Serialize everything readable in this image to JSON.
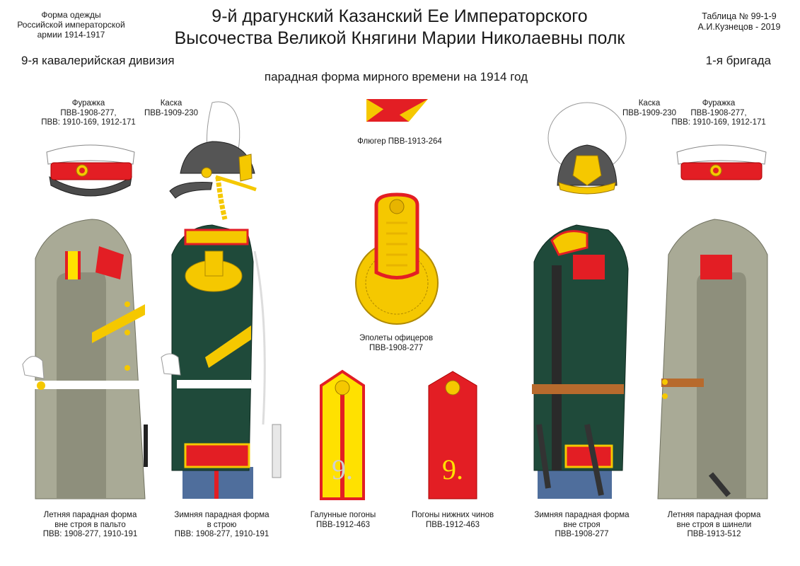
{
  "header": {
    "source_lines": [
      "Форма одежды",
      "Российской императорской",
      "армии  1914-1917"
    ],
    "title_lines": [
      "9-й драгунский Казанский Ее Императорского",
      "Высочества Великой Княгини Марии Николаевны полк"
    ],
    "table_lines": [
      "Таблица № 99-1-9",
      "А.И.Кузнецов - 2019"
    ],
    "division": "9-я кавалерийская дивизия",
    "brigade": "1-я бригада",
    "subtitle": "парадная форма мирного времени на 1914 год"
  },
  "labels": {
    "cap_left": [
      "Фуражка",
      "ПВВ-1908-277,",
      "ПВВ: 1910-169, 1912-171"
    ],
    "helmet_left": [
      "Каска",
      "ПВВ-1909-230"
    ],
    "vane": "Флюгер ПВВ-1913-264",
    "helmet_right": [
      "Каска",
      "ПВВ-1909-230"
    ],
    "cap_right": [
      "Фуражка",
      "ПВВ-1908-277,",
      "ПВВ: 1910-169, 1912-171"
    ],
    "epaulettes": [
      "Эполеты офицеров",
      "ПВВ-1908-277"
    ]
  },
  "strap_numbers": {
    "officer": "9.",
    "lower_ranks": "9."
  },
  "captions": [
    [
      "Летняя парадная форма",
      "вне строя в пальто",
      "ПВВ: 1908-277, 1910-191"
    ],
    [
      "Зимняя парадная форма",
      "в строю",
      "ПВВ: 1908-277, 1910-191"
    ],
    [
      "Галунные погоны",
      "ПВВ-1912-463"
    ],
    [
      "Погоны нижних чинов",
      "ПВВ-1912-463"
    ],
    [
      "Зимняя парадная форма",
      "вне строя",
      "ПВВ-1908-277"
    ],
    [
      "Летняя парадная форма",
      "вне строя в шинели",
      "ПВВ-1913-512"
    ]
  ],
  "colors": {
    "regimental_red": "#e31e24",
    "regimental_yellow": "#ffe100",
    "gold": "#f5c800",
    "tunic_green": "#1f4a3a",
    "coat_grey": "#a9aa96",
    "trousers_blue": "#4f6e9c",
    "helmet_grey": "#555555"
  }
}
